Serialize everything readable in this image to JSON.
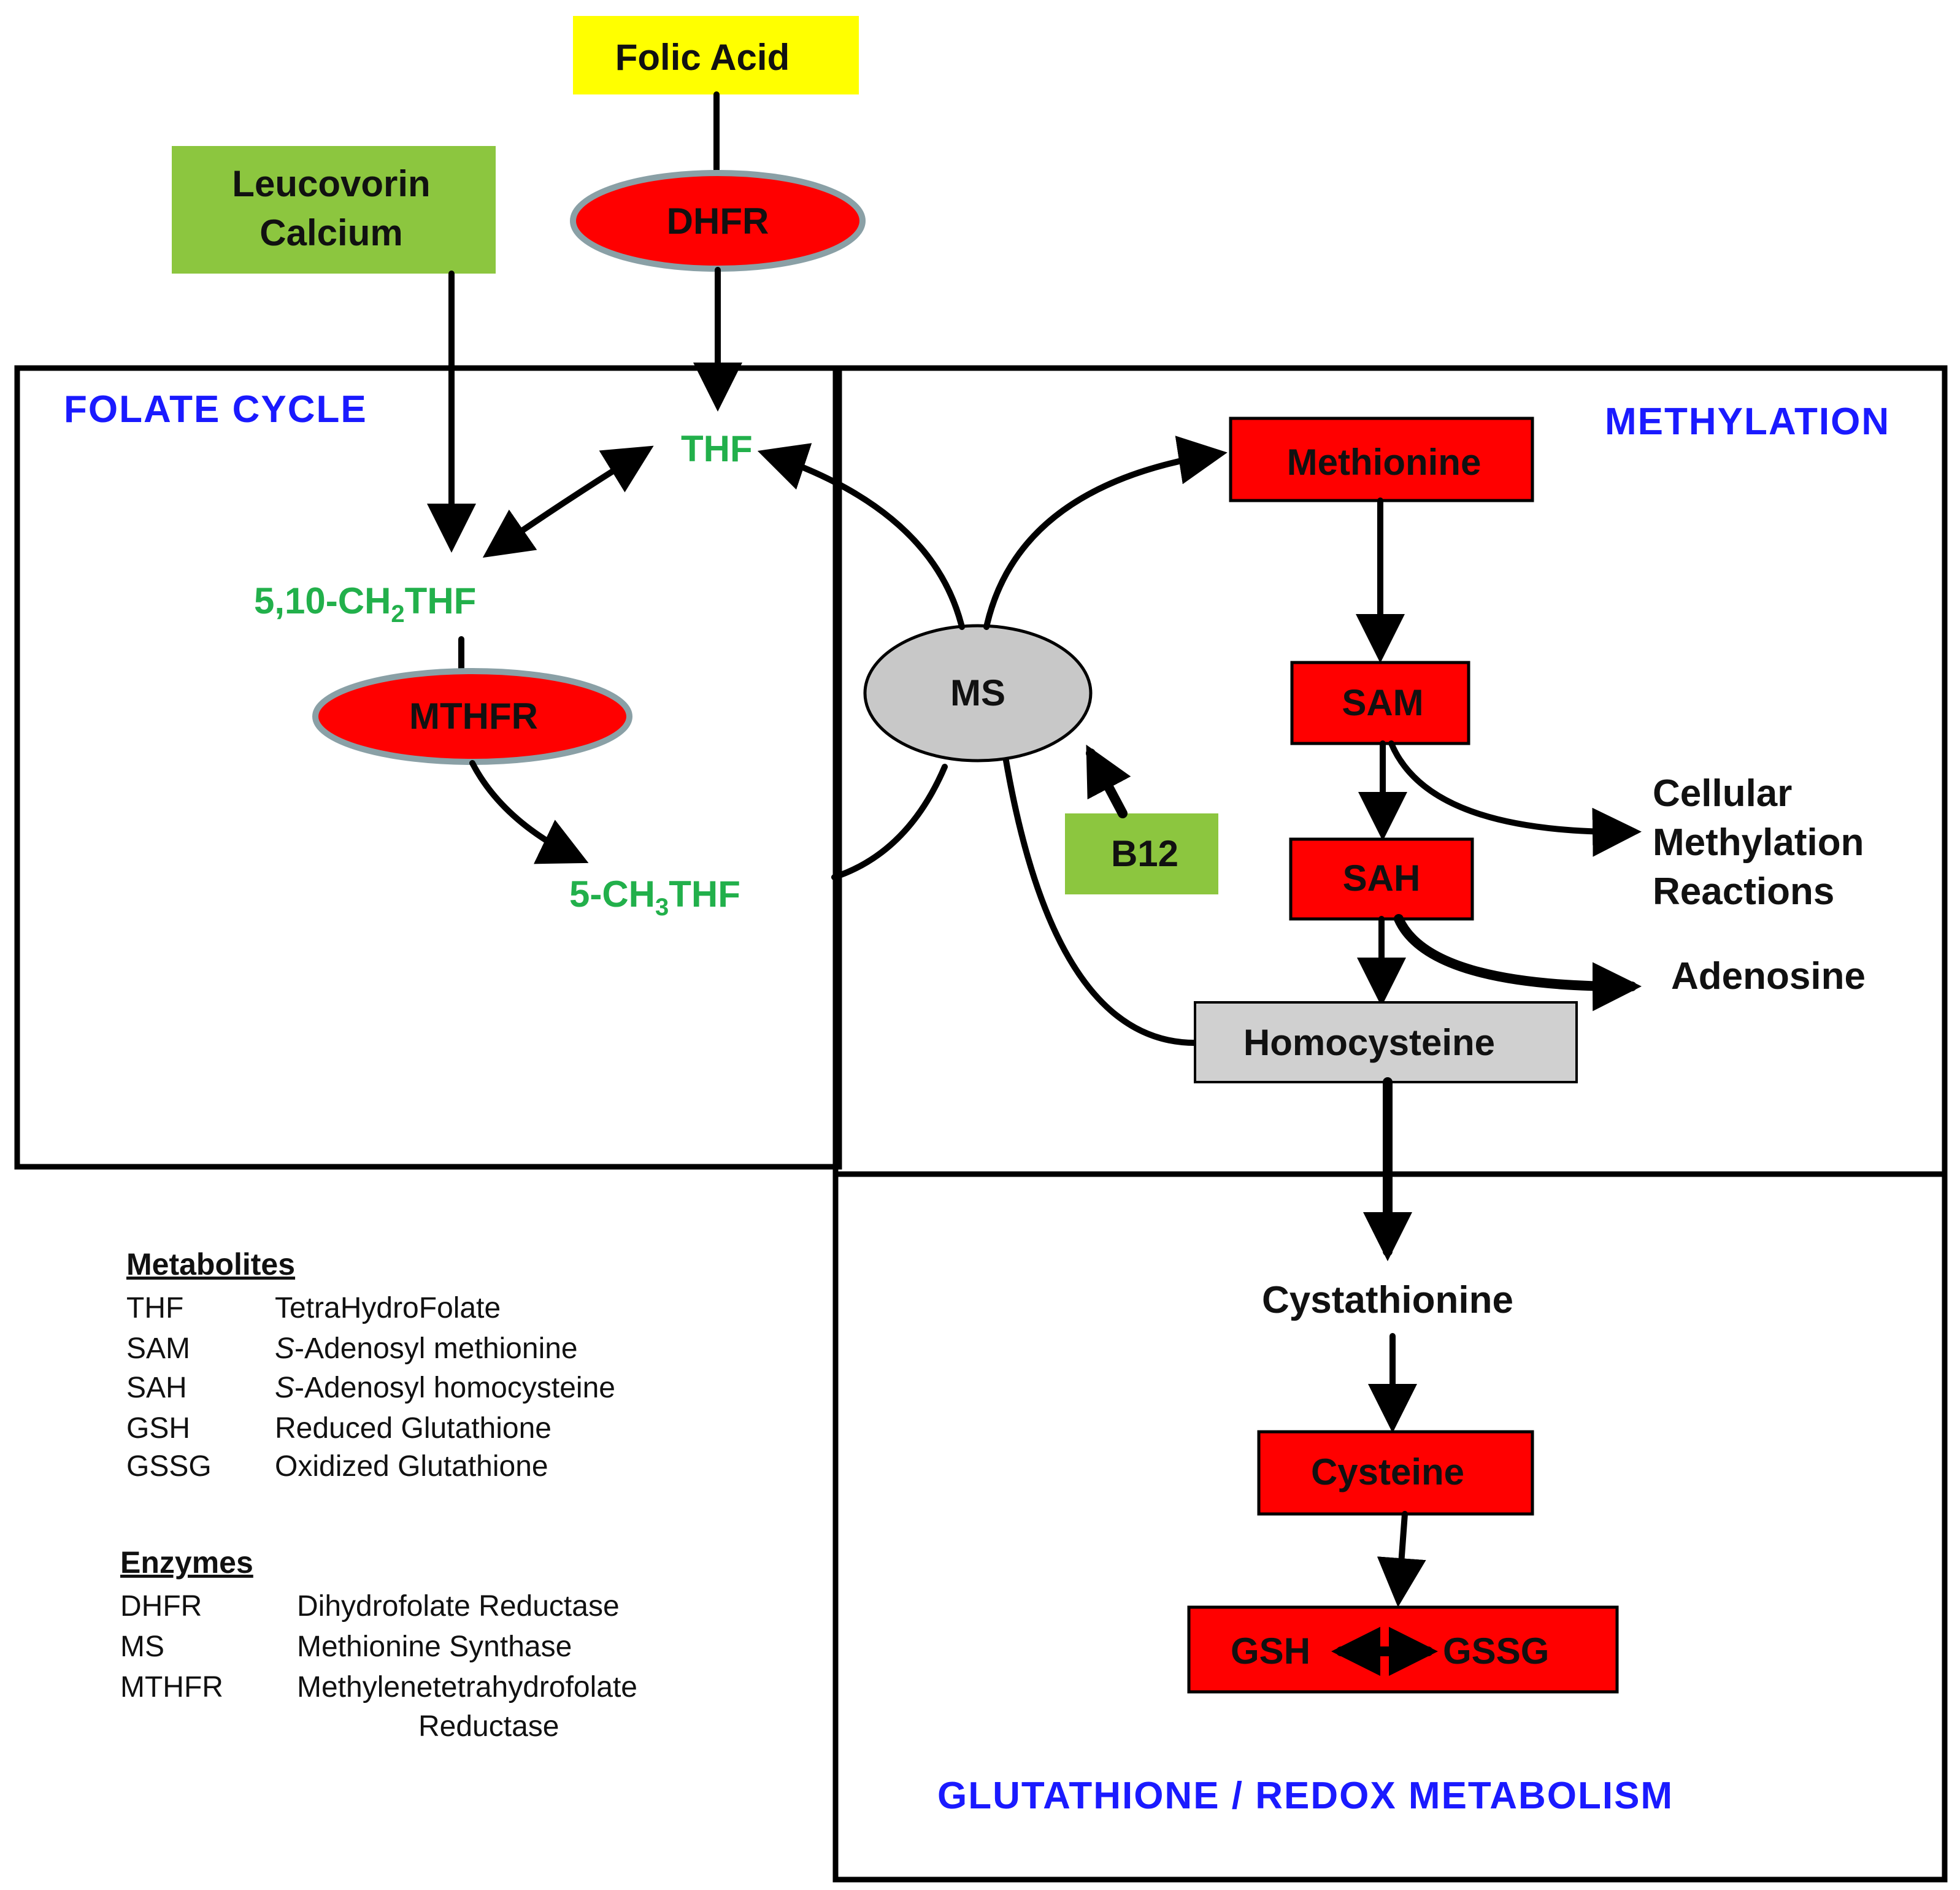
{
  "inputs": {
    "folic_acid": "Folic Acid",
    "leucovorin_line1": "Leucovorin",
    "leucovorin_line2": "Calcium",
    "b12": "B12"
  },
  "enzymes": {
    "dhfr": "DHFR",
    "mthfr": "MTHFR",
    "ms": "MS"
  },
  "sections": {
    "folate_cycle": "FOLATE  CYCLE",
    "methylation": "METHYLATION",
    "glutathione": "GLUTATHIONE  / REDOX  METABOLISM"
  },
  "folate_metabolites": {
    "thf": "THF",
    "ch2thf_prefix": "5,10-CH",
    "ch2thf_sub": "2",
    "ch2thf_suffix": "THF",
    "ch3thf_prefix": "5-CH",
    "ch3thf_sub": "3",
    "ch3thf_suffix": "THF"
  },
  "methylation_nodes": {
    "methionine": "Methionine",
    "sam": "SAM",
    "sah": "SAH",
    "homocysteine": "Homocysteine",
    "cellular_line1": "Cellular",
    "cellular_line2": "Methylation",
    "cellular_line3": "Reactions",
    "adenosine": "Adenosine"
  },
  "redox_nodes": {
    "cystathionine": "Cystathionine",
    "cysteine": "Cysteine",
    "gsh": "GSH",
    "gssg": "GSSG"
  },
  "legend": {
    "metabolites_title": "Metabolites",
    "metabolites": [
      {
        "abbr": "THF",
        "name": "TetraHydroFolate",
        "italic_prefix": ""
      },
      {
        "abbr": "SAM",
        "name": "-Adenosyl methionine",
        "italic_prefix": "S"
      },
      {
        "abbr": "SAH",
        "name": "-Adenosyl homocysteine",
        "italic_prefix": "S"
      },
      {
        "abbr": "GSH",
        "name": "Reduced Glutathione",
        "italic_prefix": ""
      },
      {
        "abbr": "GSSG",
        "name": "Oxidized Glutathione",
        "italic_prefix": ""
      }
    ],
    "enzymes_title": "Enzymes",
    "enzymes": [
      {
        "abbr": "DHFR",
        "name": "Dihydrofolate Reductase"
      },
      {
        "abbr": "MS",
        "name": "Methionine Synthase"
      },
      {
        "abbr": "MTHFR",
        "name": "Methylenetetrahydrofolate"
      }
    ],
    "mthfr_continuation": "Reductase"
  },
  "colors": {
    "enzyme_fill": "#ff0000",
    "input_yellow": "#ffff00",
    "input_green": "#8cc63f",
    "ms_gray": "#c8c8c8",
    "homocysteine_gray": "#d0d0d0",
    "metabolite_green": "#22b04b",
    "section_blue": "#1a1aff"
  }
}
